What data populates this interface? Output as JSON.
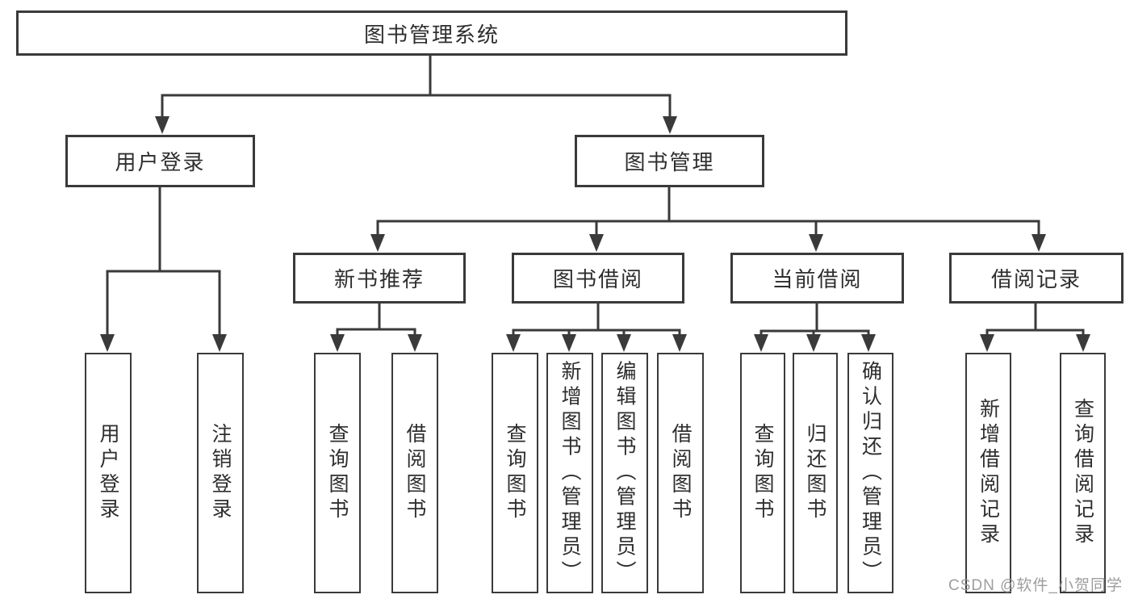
{
  "colors": {
    "line": "#3a3a3a",
    "box_border": "#3a3a3a",
    "text": "#2e2e2e",
    "watermark": "#989898",
    "background": "#ffffff"
  },
  "watermark": {
    "text": "CSDN @软件_小贺同学"
  },
  "tree": {
    "root": {
      "label": "图书管理系统"
    },
    "branches": [
      {
        "label": "用户登录",
        "children": [
          {
            "label": "用户登录"
          },
          {
            "label": "注销登录"
          }
        ]
      },
      {
        "label": "图书管理",
        "children": [
          {
            "label": "新书推荐",
            "children": [
              {
                "label": "查询图书"
              },
              {
                "label": "借阅图书"
              }
            ]
          },
          {
            "label": "图书借阅",
            "children": [
              {
                "label": "查询图书"
              },
              {
                "label": "新增图书（管理员）"
              },
              {
                "label": "编辑图书（管理员）"
              },
              {
                "label": "借阅图书"
              }
            ]
          },
          {
            "label": "当前借阅",
            "children": [
              {
                "label": "查询图书"
              },
              {
                "label": "归还图书"
              },
              {
                "label": "确认归还（管理员）"
              }
            ]
          },
          {
            "label": "借阅记录",
            "children": [
              {
                "label": "新增借阅记录"
              },
              {
                "label": "查询借阅记录"
              }
            ]
          }
        ]
      }
    ]
  }
}
